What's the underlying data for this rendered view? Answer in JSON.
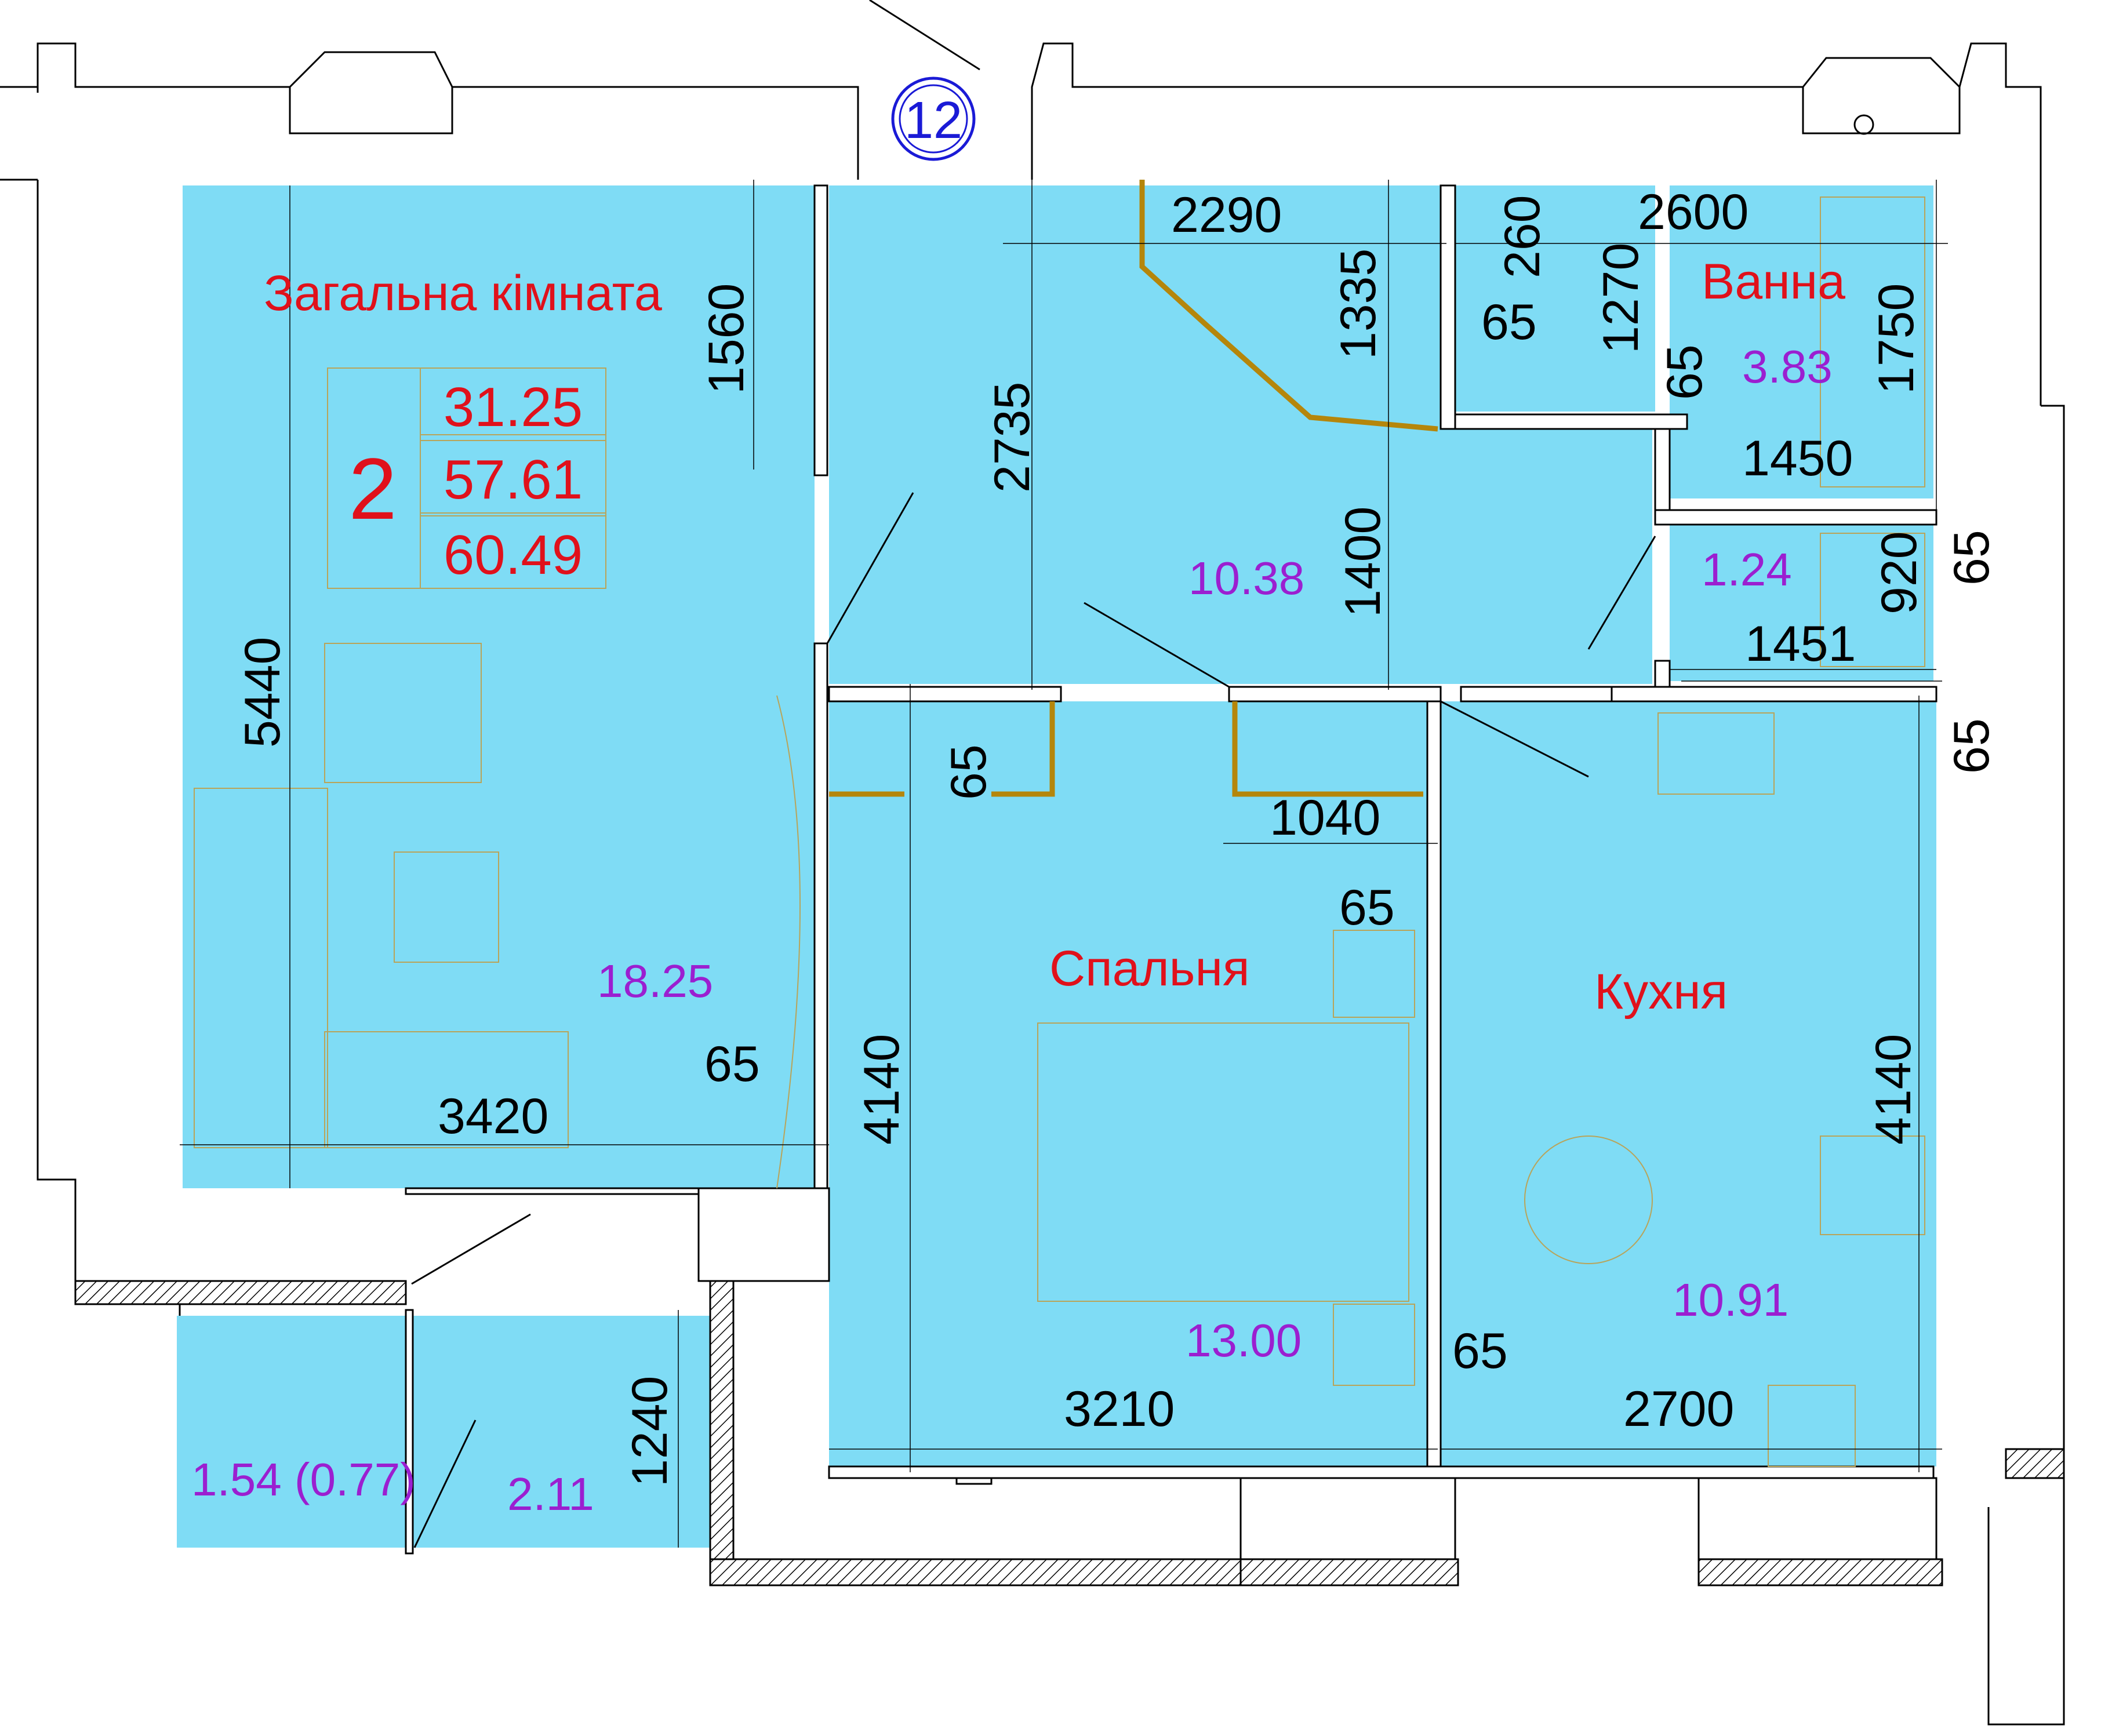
{
  "apartment": {
    "number": "12",
    "rooms_count": "2",
    "living_area": "31.25",
    "total_area": "57.61",
    "reduced_area": "60.49"
  },
  "rooms": {
    "living": {
      "name": "Загальна кімната",
      "area": "18.25"
    },
    "bedroom": {
      "name": "Спальня",
      "area": "13.00"
    },
    "kitchen": {
      "name": "Кухня",
      "area": "10.91"
    },
    "bath": {
      "name": "Ванна",
      "area": "3.83"
    },
    "hall": {
      "area": "10.38"
    },
    "wc": {
      "area": "1.24"
    },
    "balcony_left": {
      "area": "1.54 (0.77)"
    },
    "balcony_right": {
      "area": "2.11"
    }
  },
  "dimensions": {
    "d2290": "2290",
    "d260": "260",
    "d2600": "2600",
    "d1335": "1335",
    "d65_top": "65",
    "d1270": "1270",
    "d1750": "1750",
    "d1560": "1560",
    "d65_bath": "65",
    "d1450": "1450",
    "d2735": "2735",
    "d1400": "1400",
    "d920": "920",
    "d65_right1": "65",
    "d1451": "1451",
    "d5440": "5440",
    "d65_wardrobe": "65",
    "d1040": "1040",
    "d65_right2": "65",
    "d65_bed": "65",
    "d65_living": "65",
    "d3420": "3420",
    "d4140_bed": "4140",
    "d4140_kit": "4140",
    "d65_kit": "65",
    "d3210": "3210",
    "d2700": "2700",
    "d1240": "1240"
  }
}
